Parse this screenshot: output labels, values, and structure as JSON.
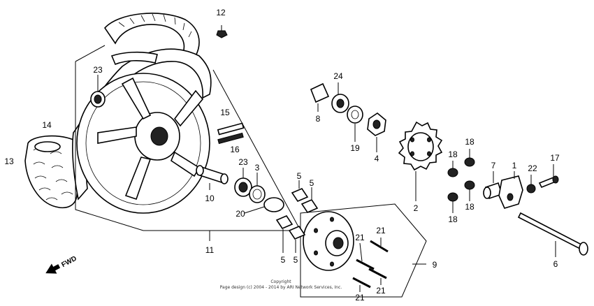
{
  "callouts": [
    {
      "id": "c12",
      "text": "12"
    },
    {
      "id": "c23a",
      "text": "23"
    },
    {
      "id": "c14",
      "text": "14"
    },
    {
      "id": "c13",
      "text": "13"
    },
    {
      "id": "c15",
      "text": "15"
    },
    {
      "id": "c16",
      "text": "16"
    },
    {
      "id": "c23b",
      "text": "23"
    },
    {
      "id": "c3",
      "text": "3"
    },
    {
      "id": "c10",
      "text": "10"
    },
    {
      "id": "c20",
      "text": "20"
    },
    {
      "id": "c11",
      "text": "11"
    },
    {
      "id": "c24",
      "text": "24"
    },
    {
      "id": "c8",
      "text": "8"
    },
    {
      "id": "c19",
      "text": "19"
    },
    {
      "id": "c4",
      "text": "4"
    },
    {
      "id": "c2",
      "text": "2"
    },
    {
      "id": "c5a",
      "text": "5"
    },
    {
      "id": "c5b",
      "text": "5"
    },
    {
      "id": "c5c",
      "text": "5"
    },
    {
      "id": "c5d",
      "text": "5"
    },
    {
      "id": "c21a",
      "text": "21"
    },
    {
      "id": "c21b",
      "text": "21"
    },
    {
      "id": "c21c",
      "text": "21"
    },
    {
      "id": "c21d",
      "text": "21"
    },
    {
      "id": "c9",
      "text": "9"
    },
    {
      "id": "c18a",
      "text": "18"
    },
    {
      "id": "c18b",
      "text": "18"
    },
    {
      "id": "c18c",
      "text": "18"
    },
    {
      "id": "c18d",
      "text": "18"
    },
    {
      "id": "c7",
      "text": "7"
    },
    {
      "id": "c1",
      "text": "1"
    },
    {
      "id": "c22",
      "text": "22"
    },
    {
      "id": "c17",
      "text": "17"
    },
    {
      "id": "c6",
      "text": "6"
    }
  ],
  "direction_label": "FWD",
  "copyright": {
    "line1": "Copyright",
    "line2": "Page design (c) 2004 - 2014 by ARI Network Services, Inc."
  }
}
